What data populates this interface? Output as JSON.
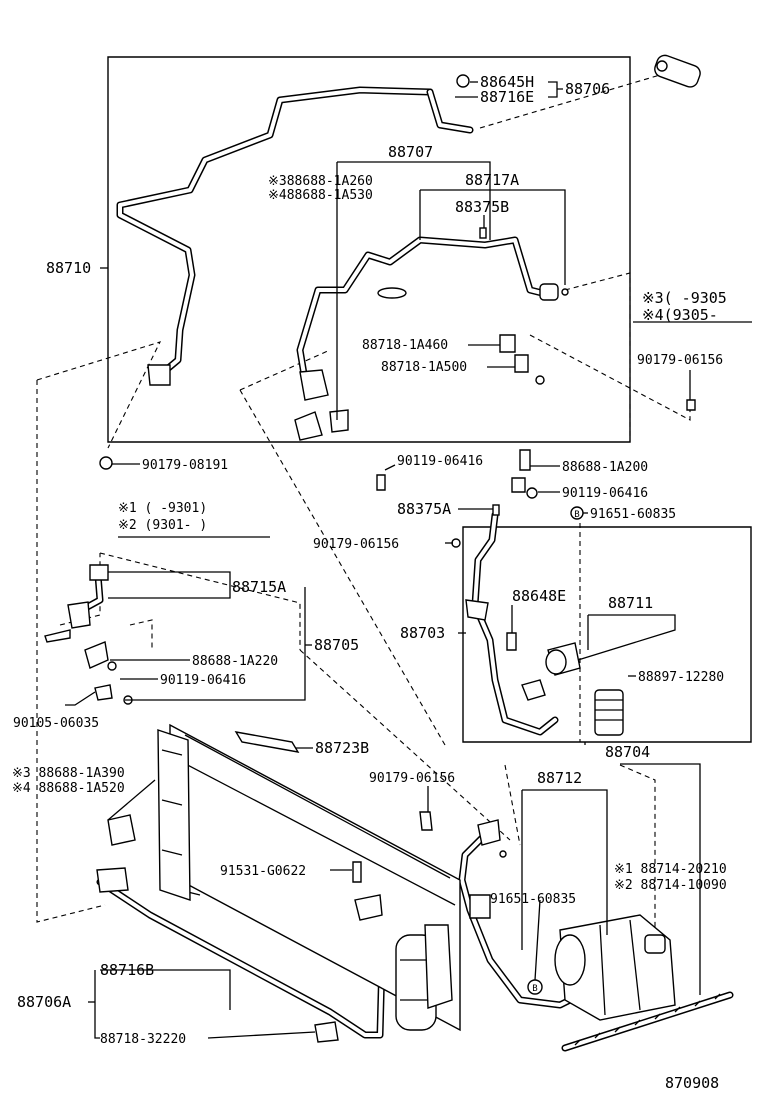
{
  "labels": {
    "p88645H": "88645H",
    "p88716E": "88716E",
    "p88706": "88706",
    "p88707": "88707",
    "n3_88688_1A260": "※388688-1A260",
    "n4_88688_1A530": "※488688-1A530",
    "p88717A": "88717A",
    "p88375B": "88375B",
    "p88710": "88710",
    "n3_range": "※3(    -9305",
    "n4_range": "※4(9305-",
    "p88718_1A460": "88718-1A460",
    "p88718_1A500": "88718-1A500",
    "p90179_06156_a": "90179-06156",
    "p90179_08191": "90179-08191",
    "p90119_06416_a": "90119-06416",
    "p88688_1A200": "88688-1A200",
    "p90119_06416_b": "90119-06416",
    "n1_range": "※1  (     -9301)",
    "n2_range": "※2  (9301-     )",
    "p88375A": "88375A",
    "b_91651_60835_a": "91651-60835",
    "p90179_06156_b": "90179-06156",
    "p88648E": "88648E",
    "p88711": "88711",
    "p88715A": "88715A",
    "p88703": "88703",
    "p88705": "88705",
    "p88688_1A220": "88688-1A220",
    "p88897_12280": "88897-12280",
    "p90119_06416_c": "90119-06416",
    "p90105_06035": "90105-06035",
    "p88704": "88704",
    "p88723B": "88723B",
    "n3_88688_1A390": "※3  88688-1A390",
    "n4_88688_1A520": "※4  88688-1A520",
    "p90179_06156_c": "90179-06156",
    "p88712": "88712",
    "n1_88714_20210": "※1  88714-20210",
    "n2_88714_10090": "※2  88714-10090",
    "p91531_G0622": "91531-G0622",
    "p91651_60835_b": "91651-60835",
    "p88716B": "88716B",
    "p88706A": "88706A",
    "p88718_32220": "88718-32220",
    "diagram_id": "870908",
    "marker_b": "B"
  }
}
